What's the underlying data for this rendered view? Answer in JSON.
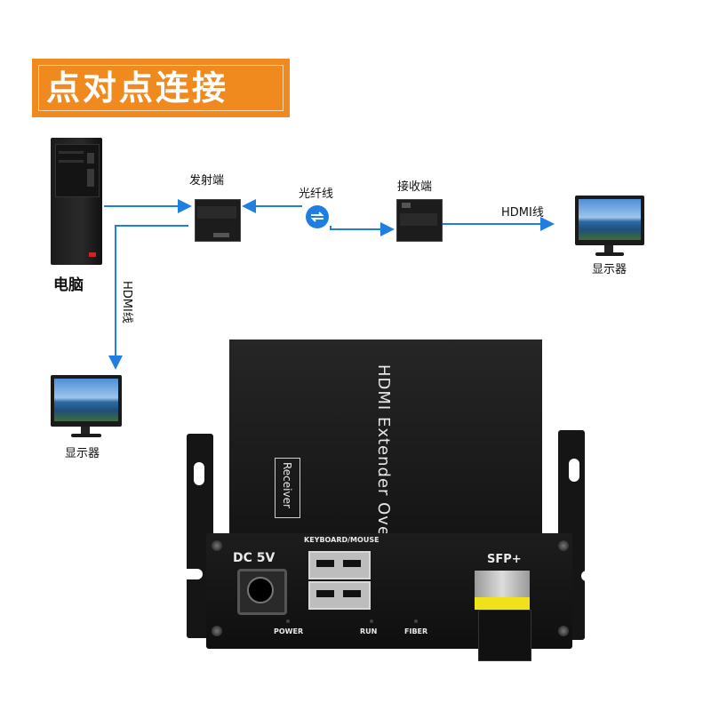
{
  "banner": {
    "title": "点对点连接"
  },
  "labels": {
    "transmitter": "发射端",
    "fiber_cable": "光纤线",
    "receiver": "接收端",
    "hdmi_cable_right": "HDMI线",
    "hdmi_cable_left": "HDMI线",
    "computer": "电脑",
    "monitor_right": "显示器",
    "monitor_left": "显示器"
  },
  "device": {
    "top_print": "HDMI Extender Over Fiber",
    "receiver_tag": "Receiver",
    "dc_label": "DC 5V",
    "usb_label": "KEYBOARD/MOUSE",
    "sfp_label": "SFP+",
    "led_power": "POWER",
    "led_run": "RUN",
    "led_fiber": "FIBER"
  },
  "colors": {
    "banner_bg": "#f18a1e",
    "arrow_blue": "#1f7fe0",
    "device_black": "#141414",
    "sfp_yellow": "#f0e21a"
  }
}
